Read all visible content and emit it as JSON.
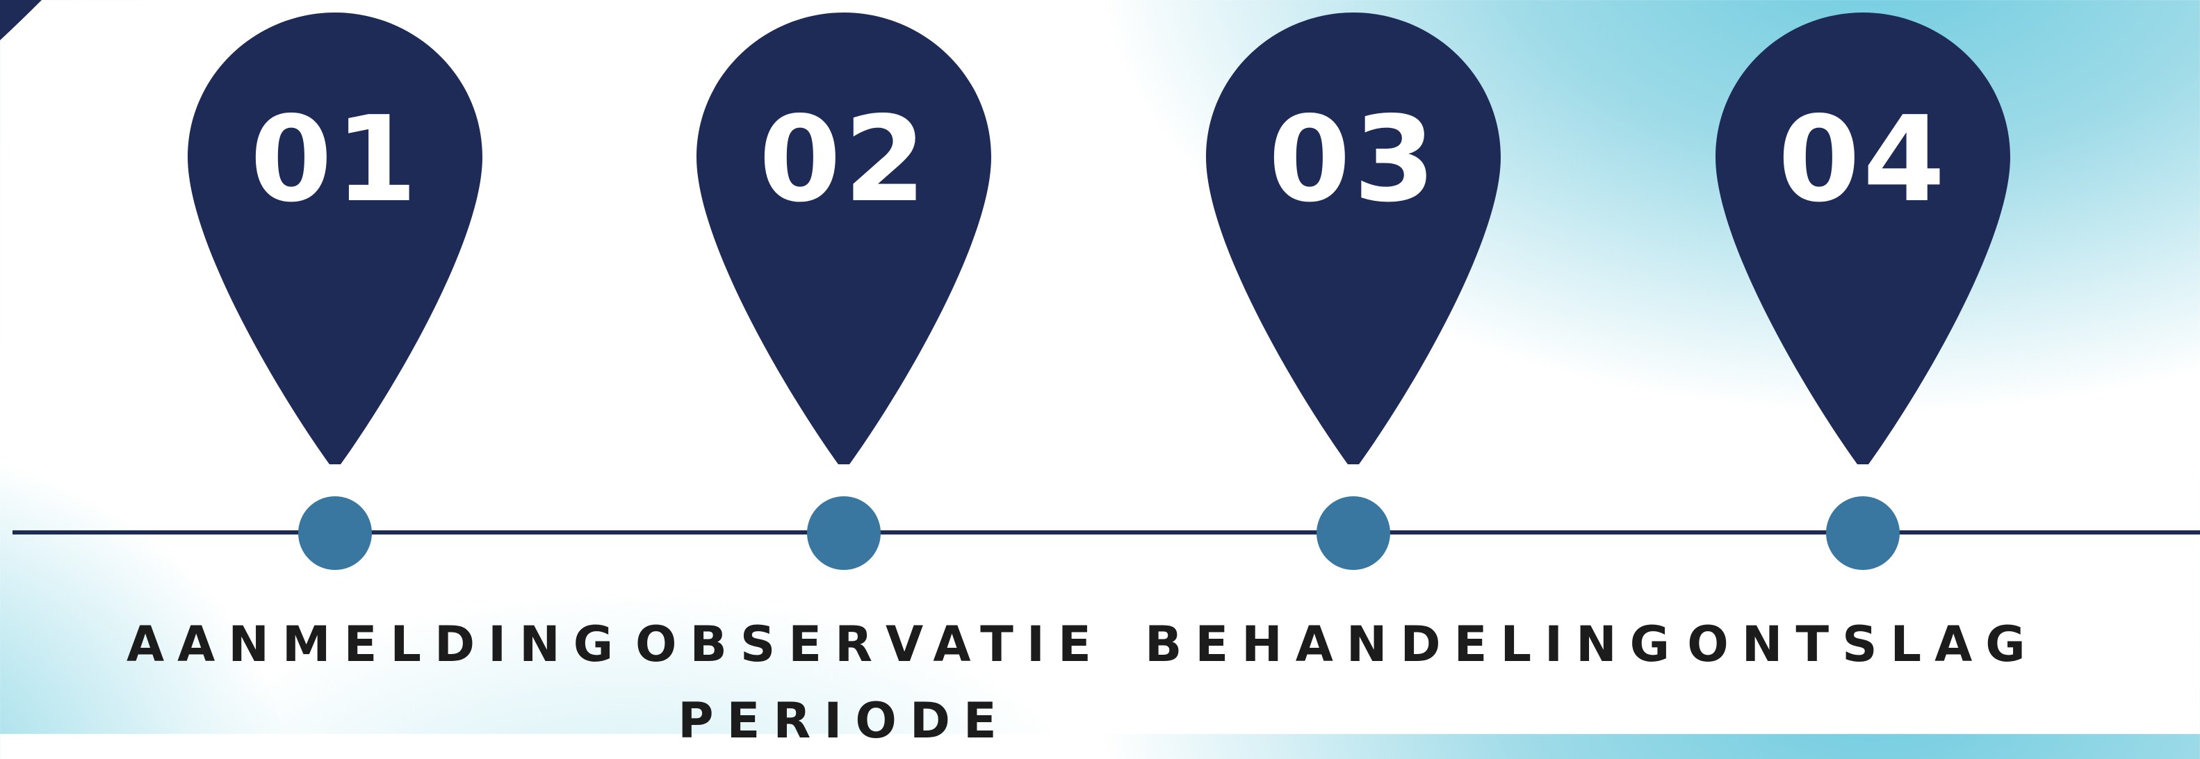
{
  "colors": {
    "pin": "#1e2b57",
    "dot": "#3a77a0",
    "line": "#1d2b57",
    "label_text": "#1c1c1c",
    "number_text": "#ffffff"
  },
  "steps": [
    {
      "number": "01",
      "label": "AANMELDING"
    },
    {
      "number": "02",
      "label": "OBSERVATIE\nPERIODE"
    },
    {
      "number": "03",
      "label": "BEHANDELING"
    },
    {
      "number": "04",
      "label": "ONTSLAG"
    }
  ]
}
